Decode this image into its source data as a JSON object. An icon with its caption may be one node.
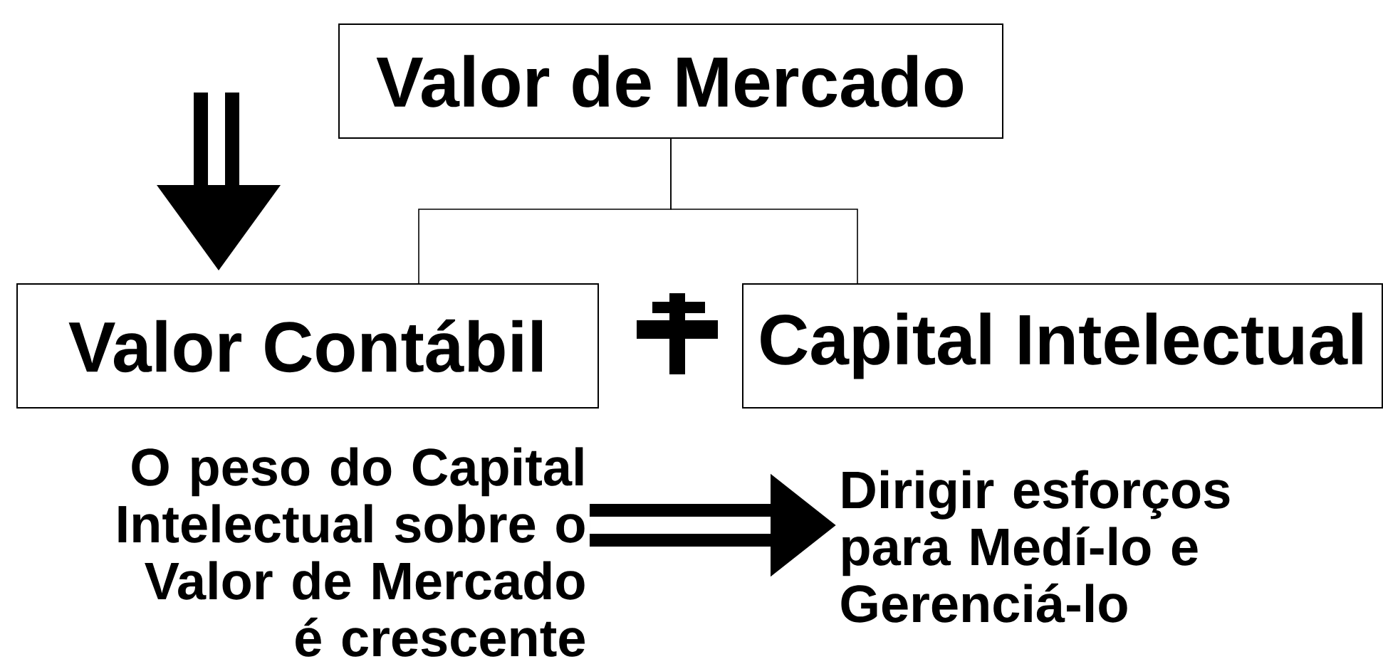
{
  "diagram": {
    "nodes": [
      {
        "text": [
          "Valor de Mercado"
        ]
      },
      {
        "text": [
          "Valor Contábil"
        ]
      },
      {
        "text": [
          "Capital Intelectual"
        ]
      },
      {
        "text": [
          "O peso do Capital Intelectual sobre o Valor de Mercado é crescente"
        ]
      },
      {
        "text": [
          "Dirigir esforços para Medí-lo e Gerenciá-lo"
        ]
      }
    ],
    "edges": [
      {
        "from": 0,
        "to": 1,
        "arrow": "none"
      },
      {
        "from": 0,
        "to": 2,
        "arrow": "none"
      },
      {
        "from": 3,
        "to": 4,
        "arrow": "to",
        "style": "thick"
      }
    ]
  }
}
